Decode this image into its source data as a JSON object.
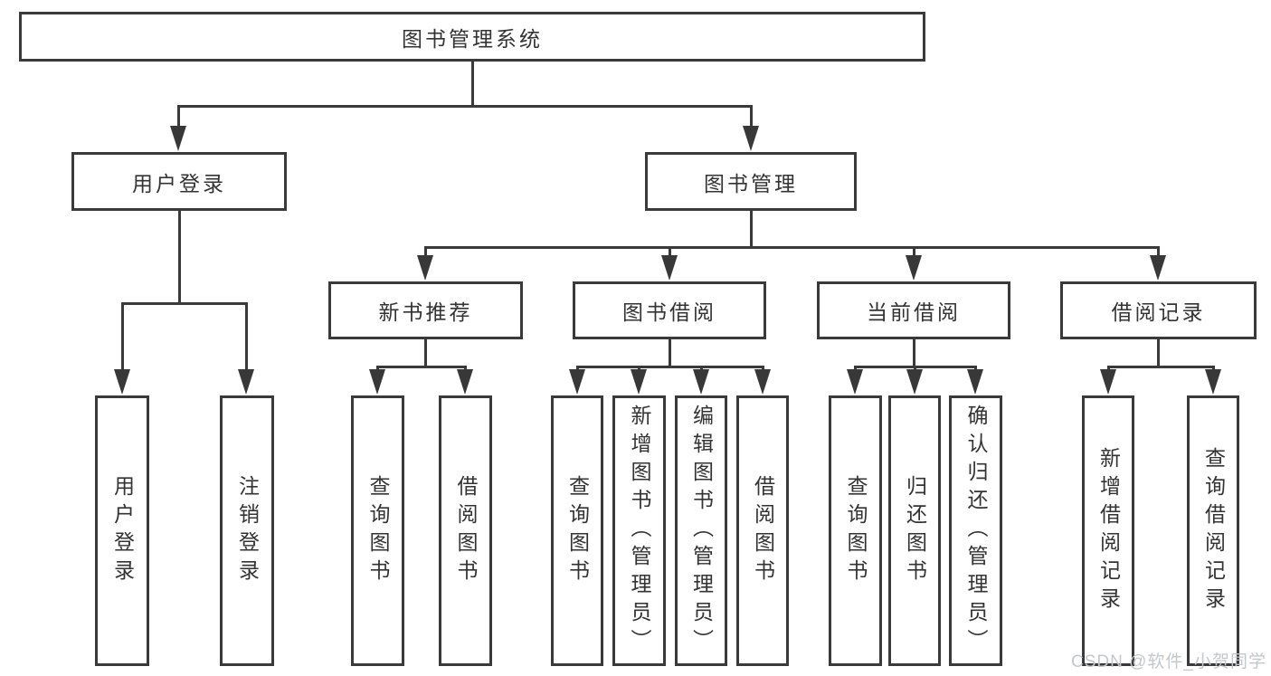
{
  "nodes": {
    "root": "图书管理系统",
    "user_login": "用户登录",
    "book_management": "图书管理",
    "new_book_recommend": "新书推荐",
    "book_borrowing": "图书借阅",
    "current_borrowing": "当前借阅",
    "borrowing_records": "借阅记录",
    "leaf_user_login": "用户登录",
    "leaf_logout": "注销登录",
    "leaf_query_books_a": "查询图书",
    "leaf_borrow_books_a": "借阅图书",
    "leaf_query_books_b": "查询图书",
    "leaf_add_book": "新增图书（管理员）",
    "leaf_edit_book": "编辑图书（管理员）",
    "leaf_borrow_books_b": "借阅图书",
    "leaf_query_books_c": "查询图书",
    "leaf_return_book": "归还图书",
    "leaf_confirm_return": "确认归还（管理员）",
    "leaf_add_record": "新增借阅记录",
    "leaf_query_record": "查询借阅记录"
  },
  "watermark": "CSDN @软件_小贺同学",
  "colors": {
    "line": "#3a3a3a",
    "text": "#333333",
    "background": "#ffffff",
    "watermark": "#c3c7cd"
  }
}
